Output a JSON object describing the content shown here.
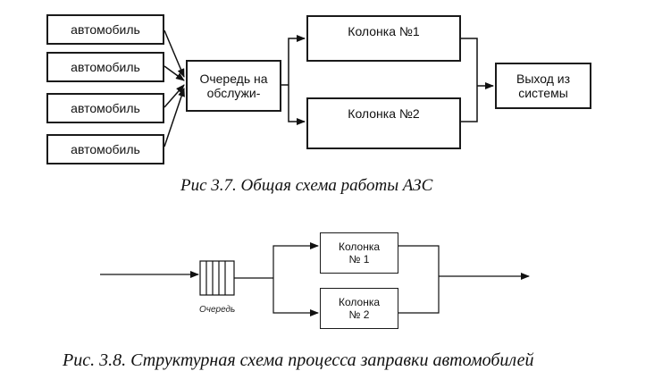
{
  "figure1": {
    "sources": [
      "автомобиль",
      "автомобиль",
      "автомобиль",
      "автомобиль"
    ],
    "queue_label_line1": "Очередь на",
    "queue_label_line2": "обслужи-",
    "column1_label": "Колонка №1",
    "column2_label": "Колонка №2",
    "exit_line1": "Выход из",
    "exit_line2": "системы",
    "caption": "Рис 3.7. Общая схема работы АЗС"
  },
  "figure2": {
    "column1_line1": "Колонка",
    "column1_line2": "№ 1",
    "column2_line1": "Колонка",
    "column2_line2": "№ 2",
    "queue_label": "Очередь",
    "caption": "Рис. 3.8. Структурная схема процесса заправки автомобилей"
  }
}
